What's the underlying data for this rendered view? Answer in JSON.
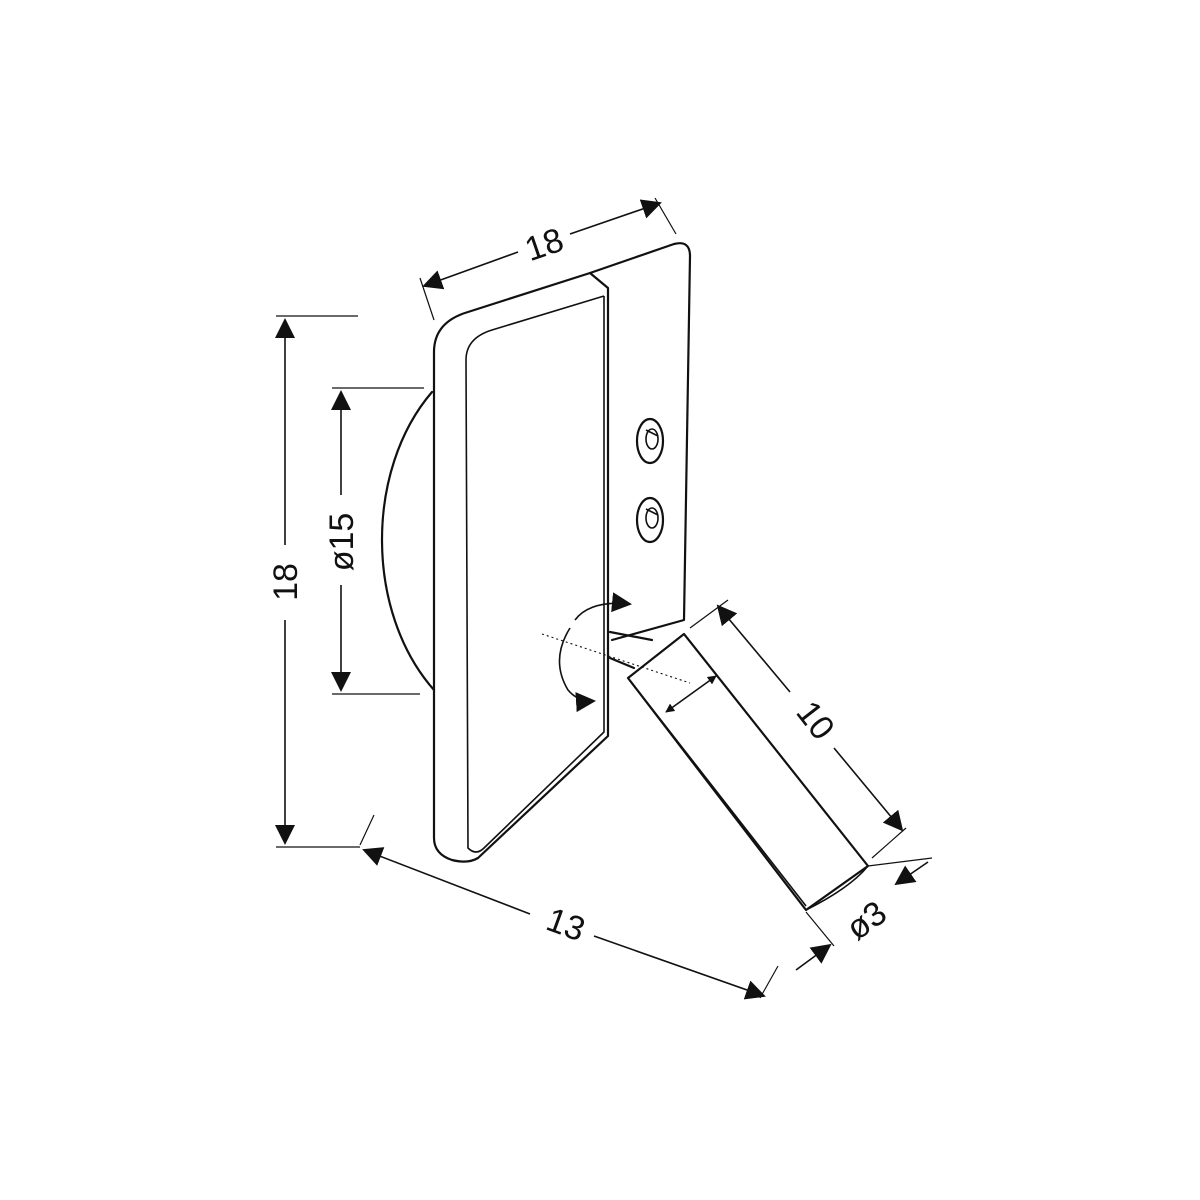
{
  "dimensions": {
    "top_width": "18",
    "total_height": "18",
    "canopy_diameter": "ø15",
    "depth": "13",
    "arm_length": "10",
    "arm_diameter": "ø3"
  },
  "colors": {
    "stroke": "#111111",
    "background": "#ffffff"
  },
  "icons": {
    "switch": "push-button-switch-icon",
    "rotation": "rotation-arrow-icon"
  }
}
